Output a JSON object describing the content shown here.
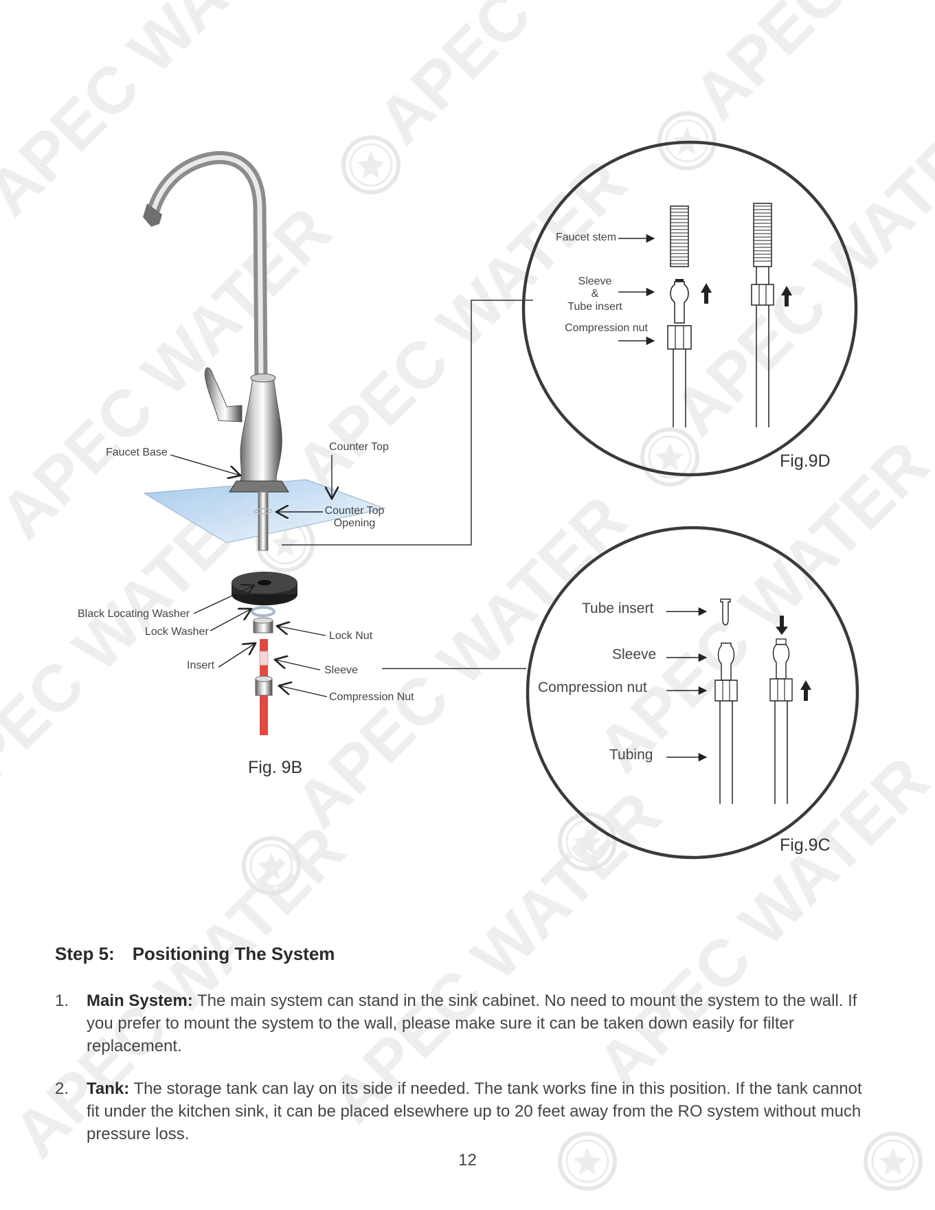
{
  "watermark": {
    "text": "APEC WATER"
  },
  "fig9b": {
    "caption": "Fig. 9B",
    "labels": {
      "faucet_base": "Faucet Base",
      "counter_top": "Counter Top",
      "counter_top_opening_1": "Counter Top",
      "counter_top_opening_2": "Opening",
      "black_locating_washer": "Black Locating Washer",
      "lock_washer": "Lock Washer",
      "lock_nut": "Lock Nut",
      "insert": "Insert",
      "sleeve": "Sleeve",
      "compression_nut": "Compression Nut"
    },
    "tubing_color": "#e04a43",
    "counter_color": "#bcd6ee"
  },
  "fig9d": {
    "caption": "Fig.9D",
    "labels": {
      "faucet_stem": "Faucet stem",
      "sleeve": "Sleeve",
      "amp": "&",
      "tube_insert": "Tube insert",
      "compression_nut": "Compression nut"
    }
  },
  "fig9c": {
    "caption": "Fig.9C",
    "labels": {
      "tube_insert": "Tube insert",
      "sleeve": "Sleeve",
      "compression_nut": "Compression nut",
      "tubing": "Tubing"
    }
  },
  "step": {
    "number": "Step 5:",
    "title": "Positioning The System",
    "items": [
      {
        "num": "1.",
        "head": "Main System:",
        "text": "The main system can stand in the sink cabinet. No need to mount the system to the wall. If you prefer to mount the system to the wall, please make sure it can be taken down easily for filter replacement."
      },
      {
        "num": "2.",
        "head": "Tank:",
        "text": "The storage tank can lay on its side if needed. The tank works fine in this position. If the tank cannot fit under the kitchen sink, it can be placed elsewhere up to 20 feet away from the RO system without much pressure loss."
      }
    ]
  },
  "page_number": "12"
}
